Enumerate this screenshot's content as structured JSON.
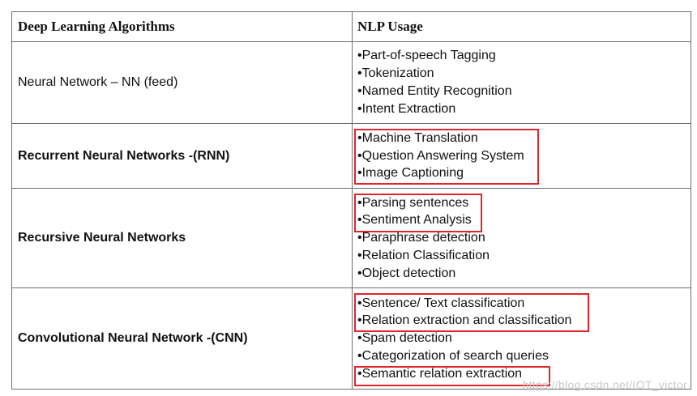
{
  "table": {
    "header": {
      "left": "Deep Learning Algorithms",
      "right": "NLP Usage"
    },
    "rows": [
      {
        "algorithm": "Neural Network – NN (feed)",
        "usages": [
          "Part-of-speech Tagging",
          "Tokenization",
          "Named Entity Recognition",
          "Intent Extraction"
        ]
      },
      {
        "algorithm": "Recurrent Neural Networks -(RNN)",
        "usages": [
          "Machine Translation",
          "Question Answering System",
          "Image Captioning"
        ]
      },
      {
        "algorithm": "Recursive Neural Networks",
        "usages": [
          "Parsing sentences",
          "Sentiment Analysis",
          "Paraphrase detection",
          "Relation Classification",
          "Object detection"
        ]
      },
      {
        "algorithm": "Convolutional Neural Network -(CNN)",
        "usages": [
          "Sentence/ Text classification",
          "Relation extraction and classification",
          "Spam detection",
          "Categorization of search queries",
          "Semantic relation extraction"
        ]
      }
    ]
  },
  "highlight_color": "#e0262a",
  "watermark": "https://blog.csdn.net/IOT_victor"
}
